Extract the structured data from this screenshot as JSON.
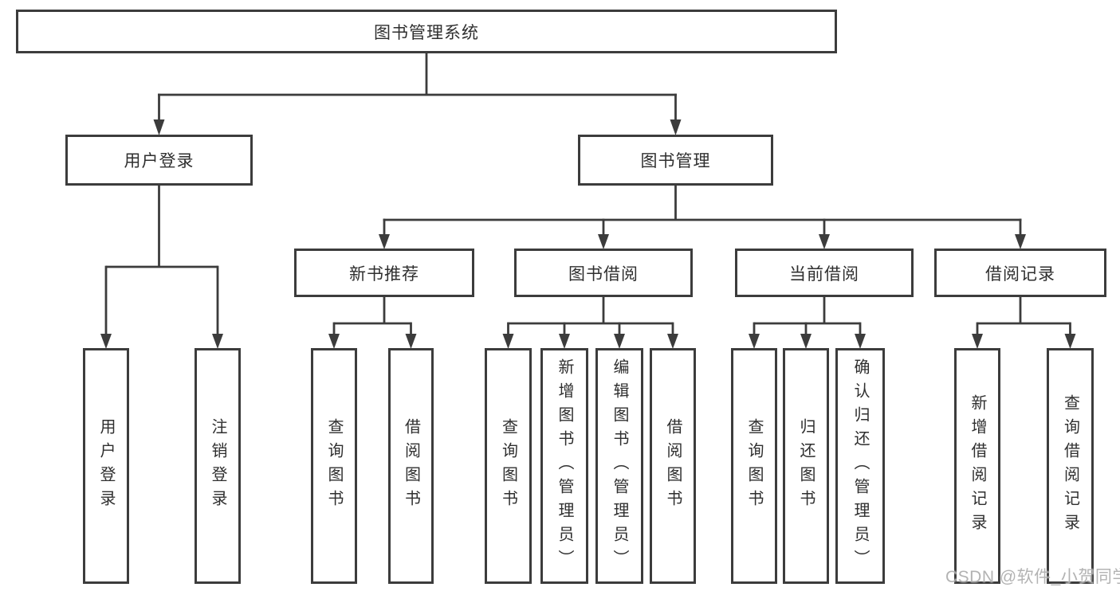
{
  "tree": {
    "label": "图书管理系统",
    "children": [
      {
        "label": "用户登录",
        "children": [
          {
            "label": "用户登录"
          },
          {
            "label": "注销登录"
          }
        ]
      },
      {
        "label": "图书管理",
        "children": [
          {
            "label": "新书推荐",
            "children": [
              {
                "label": "查询图书"
              },
              {
                "label": "借阅图书"
              }
            ]
          },
          {
            "label": "图书借阅",
            "children": [
              {
                "label": "查询图书"
              },
              {
                "label": "新增图书（管理员）"
              },
              {
                "label": "编辑图书（管理员）"
              },
              {
                "label": "借阅图书"
              }
            ]
          },
          {
            "label": "当前借阅",
            "children": [
              {
                "label": "查询图书"
              },
              {
                "label": "归还图书"
              },
              {
                "label": "确认归还（管理员）"
              }
            ]
          },
          {
            "label": "借阅记录",
            "children": [
              {
                "label": "新增借阅记录"
              },
              {
                "label": "查询借阅记录"
              }
            ]
          }
        ]
      }
    ]
  },
  "watermark": "CSDN @软件_小贺同学",
  "colors": {
    "line": "#3c3c3c",
    "text": "#2f2f2f",
    "background": "#ffffff",
    "watermark": "#a8a8a8"
  }
}
